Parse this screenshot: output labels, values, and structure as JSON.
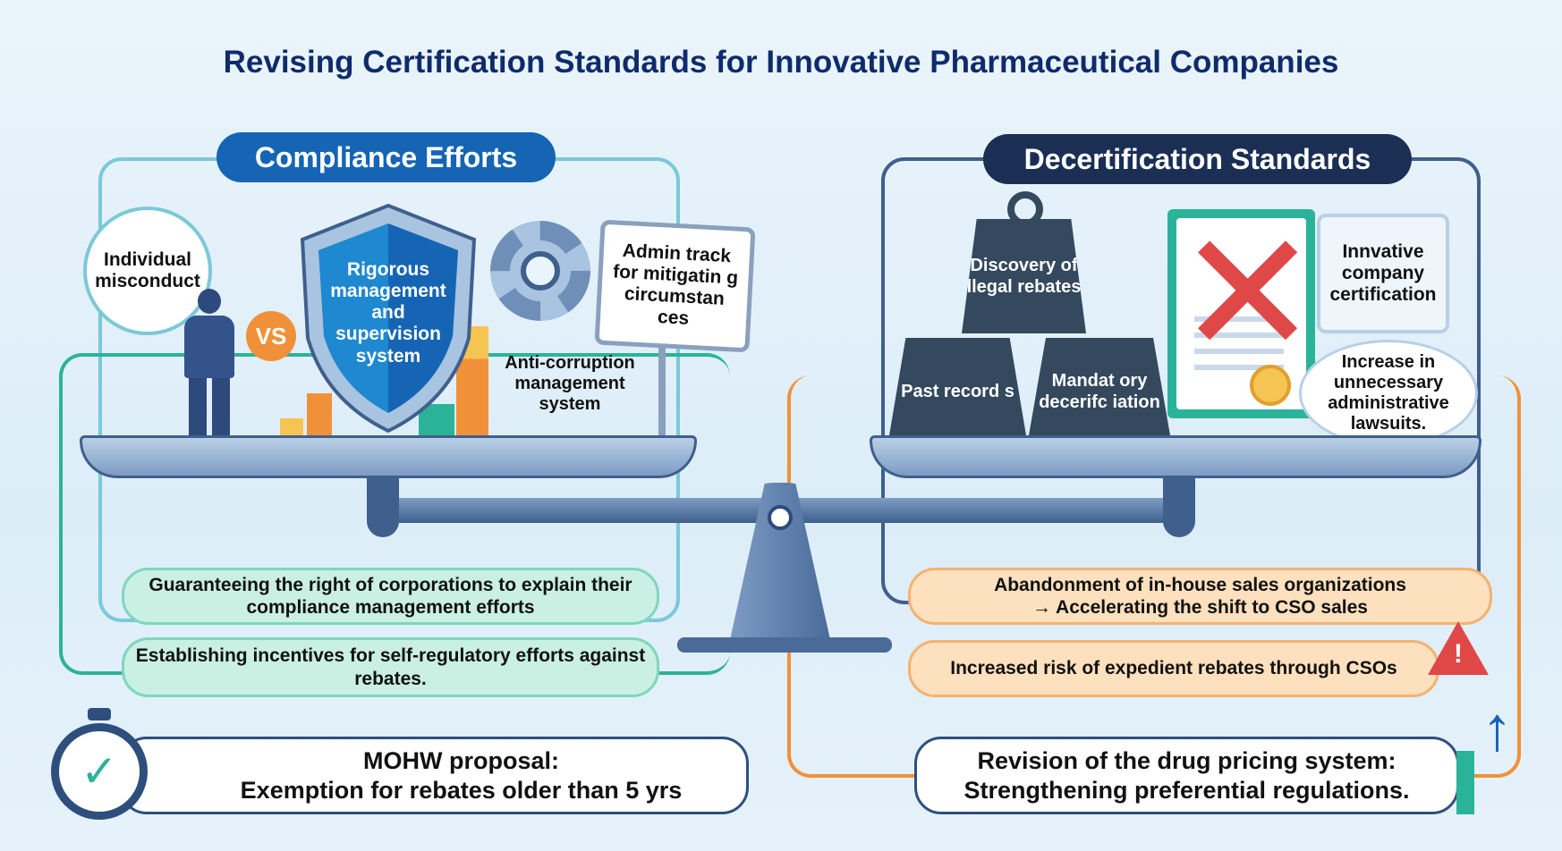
{
  "title": "Revising Certification Standards for Innovative Pharmaceutical Companies",
  "left": {
    "header": "Compliance Efforts",
    "individual": "Individual misconduct",
    "vs": "VS",
    "shield": "Rigorous management and supervision system",
    "sign": "Admin track for mitigatin g circumstan ces",
    "anti": "Anti-corruption management system",
    "box1": "Guaranteeing the right of corporations to explain their compliance management efforts",
    "box2": "Establishing incentives for self-regulatory efforts against rebates.",
    "proposal_line1": "MOHW proposal:",
    "proposal_line2": "Exemption for rebates older than 5 yrs"
  },
  "right": {
    "header": "Decertification Standards",
    "weight_top": "Discovery of illegal rebates.",
    "weight_left": "Past record s",
    "weight_right": "Mandat ory decerifc iation",
    "cert": "Innvative company certification",
    "lawsuits": "Increase in unnecessary administrative lawsuits.",
    "box1_line1": "Abandonment of in-house sales organizations",
    "box1_line2": "→ Accelerating the shift to CSO sales",
    "box2": "Increased risk of expedient rebates through CSOs",
    "revision_line1": "Revision of the drug pricing system:",
    "revision_line2": "Strengthening preferential regulations."
  },
  "colors": {
    "navy": "#0f2b6b",
    "compliance": "#1565b4",
    "decert": "#1b2f55",
    "teal": "#2bb39a",
    "orange": "#f0913a"
  }
}
